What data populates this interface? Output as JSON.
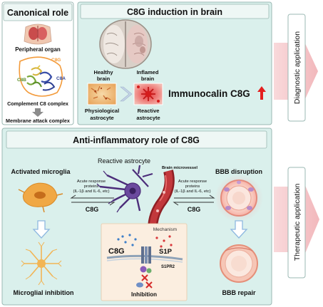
{
  "canonical": {
    "title": "Canonical role",
    "organ_label": "Peripheral organ",
    "c8g": "C8G",
    "c8a": "C8A",
    "c8b": "C8B",
    "complex_label": "Complement C8 complex",
    "mac_label": "Membrane attack complex"
  },
  "induction": {
    "title": "C8G induction in brain",
    "healthy_line1": "Healthy",
    "healthy_line2": "brain",
    "inflamed_line1": "Inflamed",
    "inflamed_line2": "brain",
    "physio_line1": "Physiological",
    "physio_line2": "astrocyte",
    "reactive_line1": "Reactive",
    "reactive_line2": "astrocyte",
    "immunocalin": "Immunocalin C8G"
  },
  "side": {
    "diagnostic": "Diagnostic application",
    "therapeutic": "Therapeutic application"
  },
  "anti": {
    "title": "Anti-inflammatory role of C8G",
    "microglia_label": "Activated microglia",
    "reactive_astrocyte": "Reactive astrocyte",
    "brain_microvessel": "Brain microvessel",
    "bbb_disruption": "BBB disruption",
    "acute_left_1": "Acute response",
    "acute_left_2": "proteins",
    "acute_left_3": "(IL-1β and IL-6, etc)",
    "acute_right_1": "Acute response",
    "acute_right_2": "proteins",
    "acute_right_3": "(IL-1β and IL-6, etc)",
    "c8g_left": "C8G",
    "c8g_right": "C8G",
    "microglial_inhibition": "Microglial inhibition",
    "bbb_repair": "BBB repair",
    "mechanism": "Mechanism",
    "mech_c8g": "C8G",
    "mech_s1p": "S1P",
    "mech_s1pr2": "S1PR2",
    "mech_inhibition": "Inhibition"
  },
  "colors": {
    "panel_bg": "#daf0ec",
    "panel_border": "#9bb8b3",
    "title_bg": "#eef7f5",
    "arrow_pink": "#f6c9cc",
    "vessel_red": "#b0282d",
    "astro_purple": "#4c2d7a",
    "microglia_orange": "#f0a845",
    "mechanism_bg": "#fbeee0"
  }
}
